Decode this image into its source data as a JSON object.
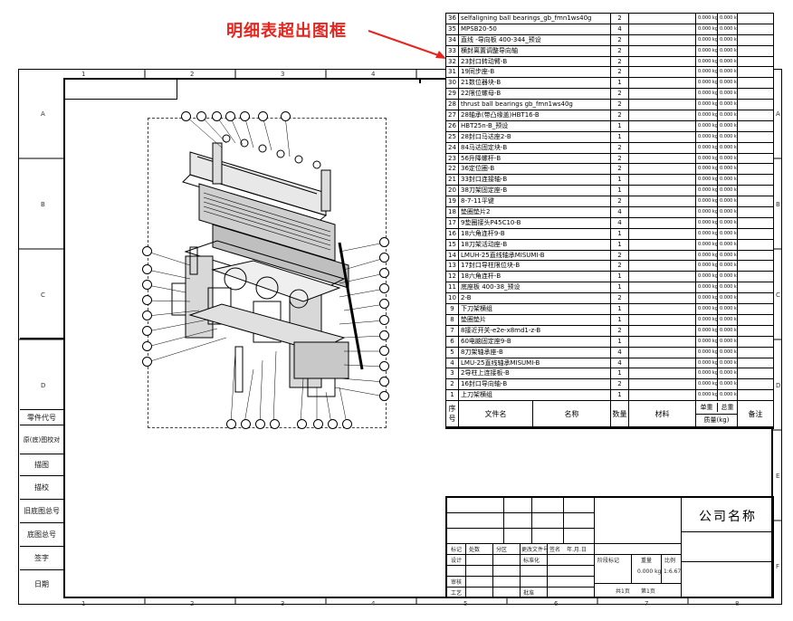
{
  "annotation": {
    "text": "明细表超出图框",
    "color": "#e5261f"
  },
  "zones": {
    "cols": [
      "1",
      "2",
      "3",
      "4",
      "5",
      "6",
      "7",
      "8"
    ],
    "rows": [
      "A",
      "B",
      "C",
      "D",
      "E",
      "F"
    ]
  },
  "side_panel": [
    "零件代号",
    "原(底)图校对",
    "描图",
    "描校",
    "旧底图总号",
    "底图总号",
    "签字",
    "日期"
  ],
  "bom": {
    "rows": [
      {
        "no": "36",
        "name": "selfaligning ball bearings_gb_fmn1ws40g",
        "qty": "2"
      },
      {
        "no": "35",
        "name": "MPSB20-50",
        "qty": "4"
      },
      {
        "no": "34",
        "name": "直线 -导向板 400-344_预设",
        "qty": "2"
      },
      {
        "no": "33",
        "name": "横封离置调整导向轴",
        "qty": "2"
      },
      {
        "no": "32",
        "name": "23封口转动臂-B",
        "qty": "2"
      },
      {
        "no": "31",
        "name": "19同步座-B",
        "qty": "2"
      },
      {
        "no": "30",
        "name": "21数位器块-B",
        "qty": "1"
      },
      {
        "no": "29",
        "name": "22限位螺母-B",
        "qty": "2"
      },
      {
        "no": "28",
        "name": "thrust ball bearings gb_fmn1ws40g",
        "qty": "2"
      },
      {
        "no": "27",
        "name": "28轴承(带凸缘盖)HBT16-B",
        "qty": "2"
      },
      {
        "no": "26",
        "name": "HBT25n-B_预设",
        "qty": "1"
      },
      {
        "no": "25",
        "name": "28封口马达座2-B",
        "qty": "1"
      },
      {
        "no": "24",
        "name": "84马达固定块-B",
        "qty": "2"
      },
      {
        "no": "23",
        "name": "56升降螺杆-B",
        "qty": "2"
      },
      {
        "no": "22",
        "name": "36定位圈-B",
        "qty": "2"
      },
      {
        "no": "21",
        "name": "33封口连接轴-B",
        "qty": "1"
      },
      {
        "no": "20",
        "name": "38刀架固定座-B",
        "qty": "1"
      },
      {
        "no": "19",
        "name": "8-7-11平键",
        "qty": "2"
      },
      {
        "no": "18",
        "name": "垫圈垫片2",
        "qty": "4"
      },
      {
        "no": "17",
        "name": "9垫圈接头P45C10-B",
        "qty": "4"
      },
      {
        "no": "16",
        "name": "18六角连杆9-B",
        "qty": "1"
      },
      {
        "no": "15",
        "name": "18刀架活动座-B",
        "qty": "1"
      },
      {
        "no": "14",
        "name": "LMUH-25直线轴承MISUMI-B",
        "qty": "2"
      },
      {
        "no": "13",
        "name": "17封口导柱限位块-B",
        "qty": "2"
      },
      {
        "no": "12",
        "name": "18六角连杆-B",
        "qty": "1"
      },
      {
        "no": "11",
        "name": "底座板 400-38_预设",
        "qty": "1"
      },
      {
        "no": "10",
        "name": "2-B",
        "qty": "2"
      },
      {
        "no": "9",
        "name": "下刀架横组",
        "qty": "1"
      },
      {
        "no": "8",
        "name": "垫圈垫片",
        "qty": "1"
      },
      {
        "no": "7",
        "name": "8接近开关-e2e-x8md1-z-B",
        "qty": "2"
      },
      {
        "no": "6",
        "name": "60电脑固定座9-B",
        "qty": "1"
      },
      {
        "no": "5",
        "name": "8刀架轴承座-B",
        "qty": "4"
      },
      {
        "no": "4",
        "name": "LMU-25直线轴承MISUMI-B",
        "qty": "4"
      },
      {
        "no": "3",
        "name": "2导柱上连接板-B",
        "qty": "1"
      },
      {
        "no": "2",
        "name": "16封口导向轴-B",
        "qty": "2"
      },
      {
        "no": "1",
        "name": "上刀架横组",
        "qty": "1"
      }
    ],
    "weight_text": "0.000 kg",
    "header": {
      "no": "序号",
      "code": "文件名",
      "name": "名称",
      "qty": "数量",
      "material": "材料",
      "unit_weight": "单重",
      "total_weight": "总重",
      "weight_label": "质量(kg)",
      "remark": "备注"
    }
  },
  "title_block": {
    "company": "公司名称",
    "labels": [
      "标记",
      "处数",
      "分区",
      "更改文件号",
      "签名",
      "年.月.日",
      "设计",
      "标准化",
      "阶段标记",
      "重量",
      "比例",
      "审核",
      "工艺",
      "批准",
      "共1页",
      "第1页"
    ],
    "weight_value": "0.000 kg",
    "scale_value": "1:6.67"
  }
}
